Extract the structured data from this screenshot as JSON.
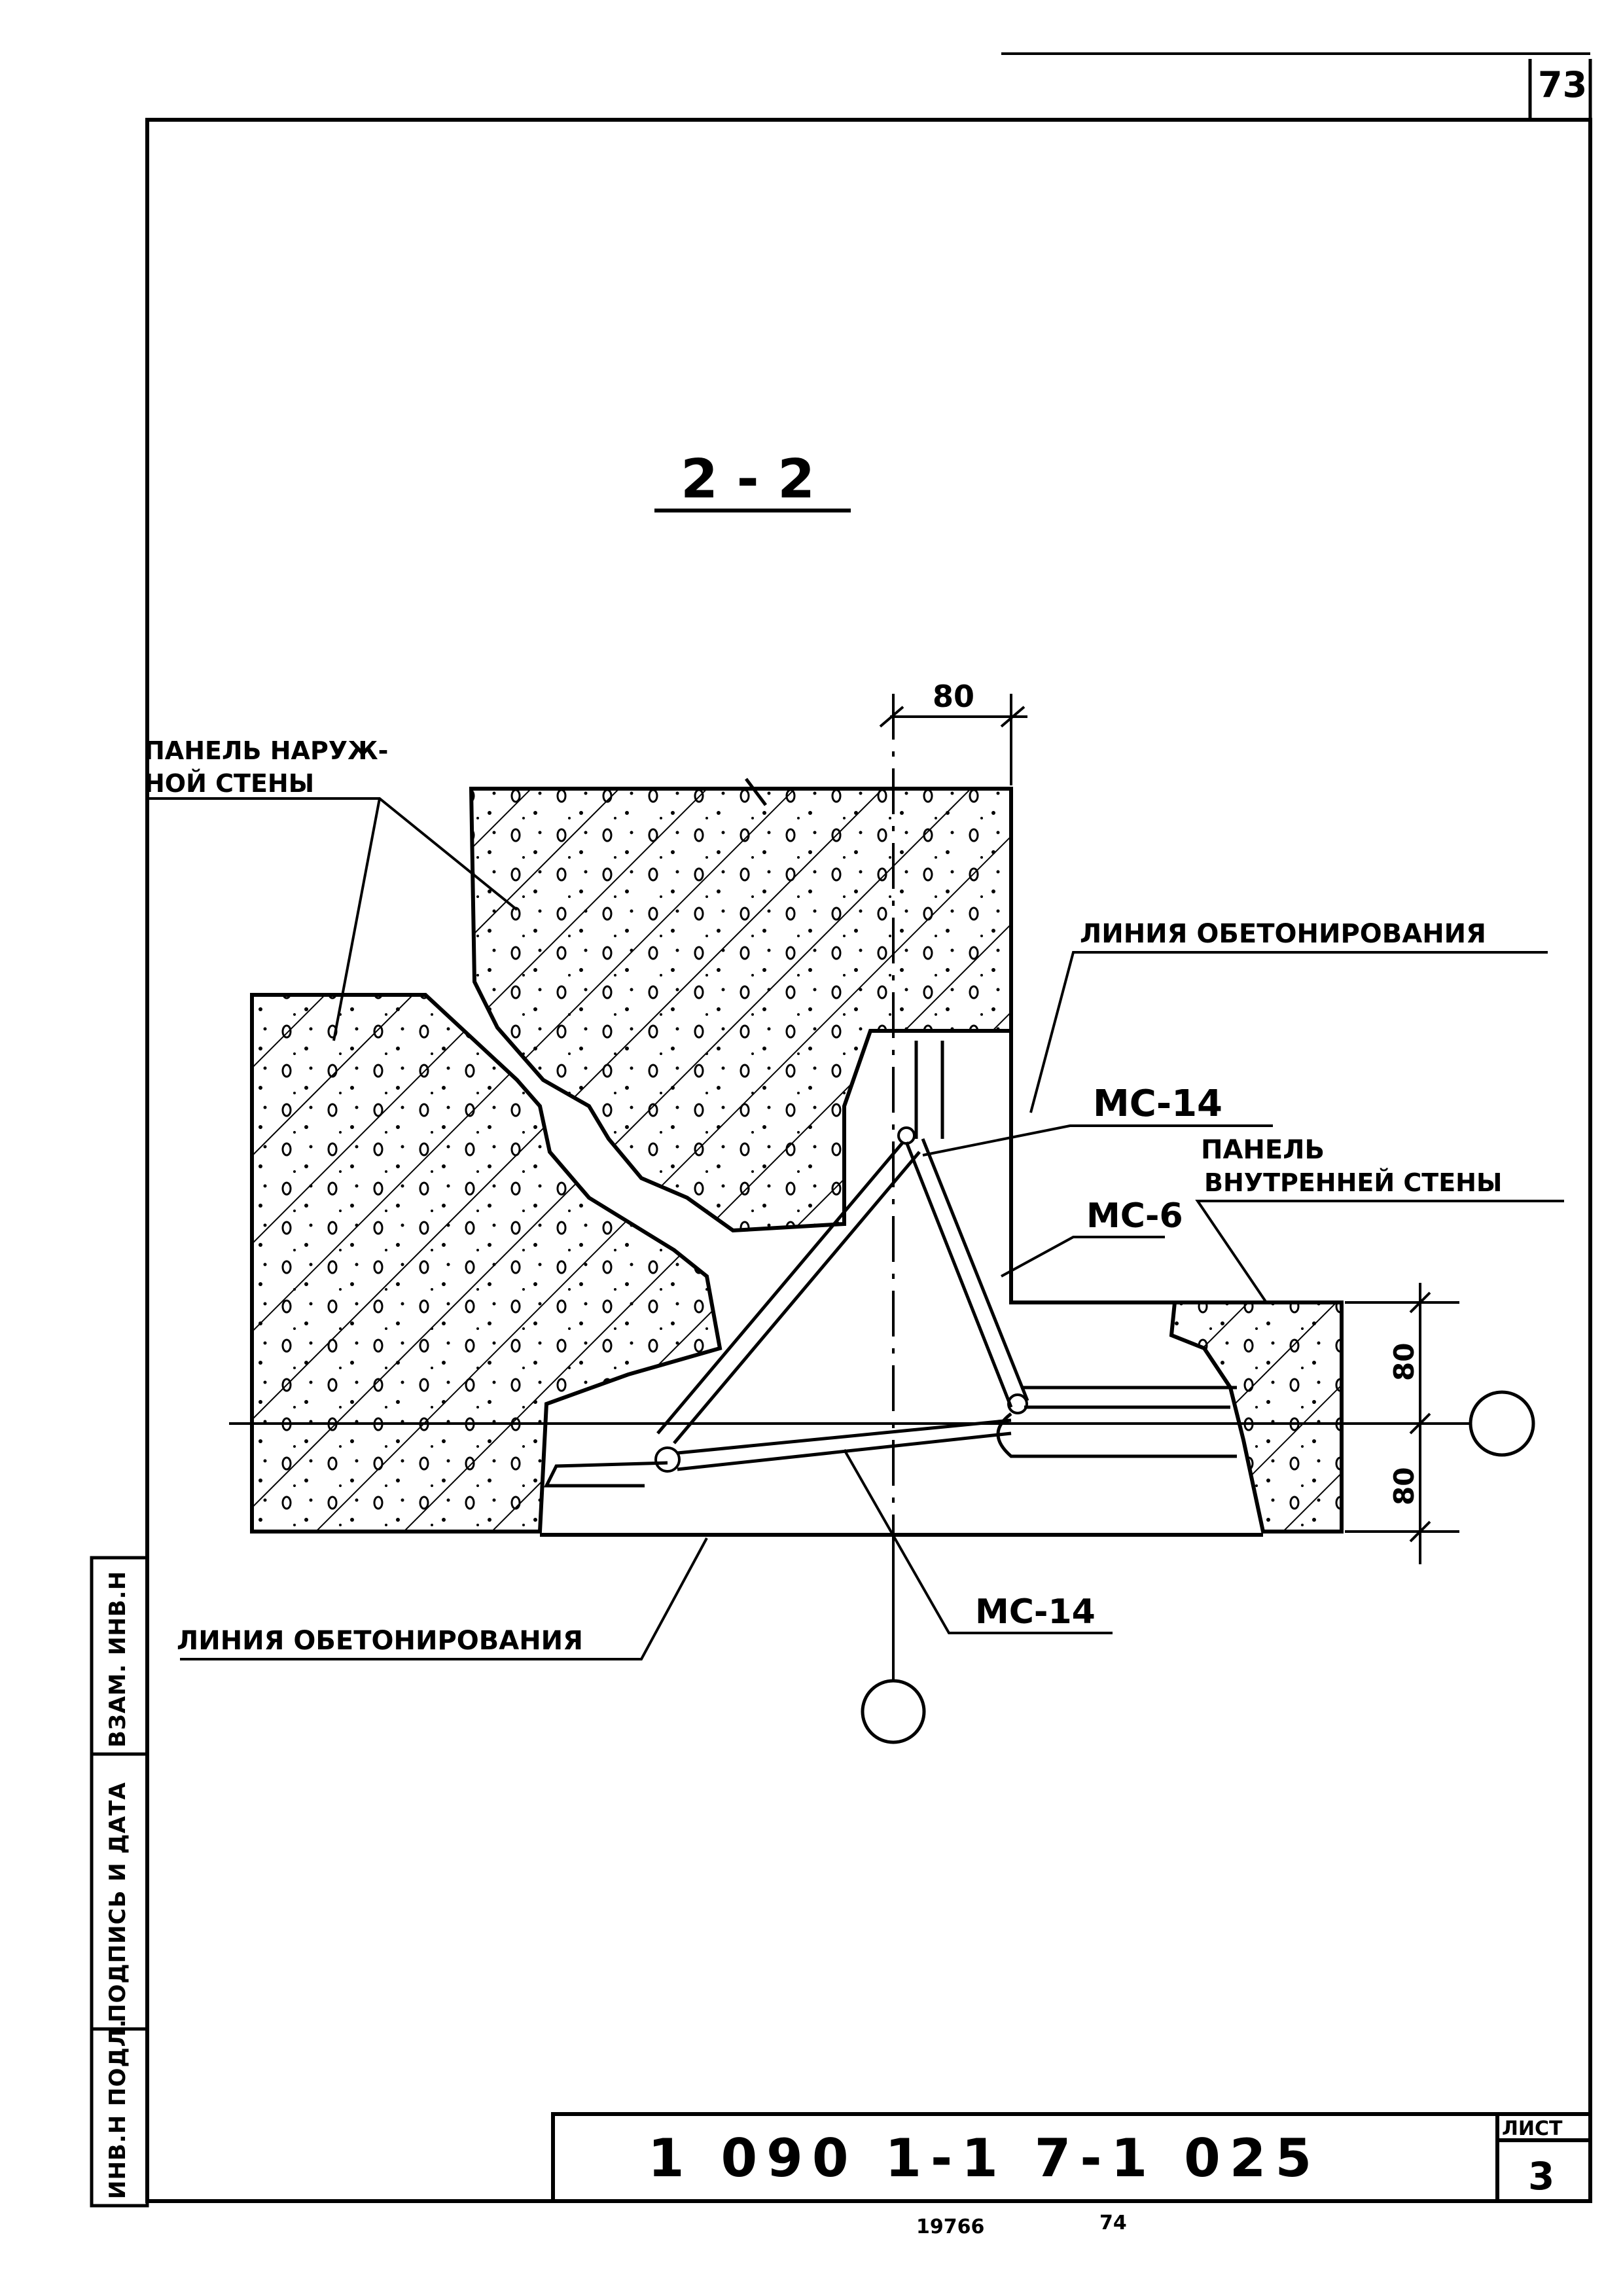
{
  "page_number": "73",
  "section_title": "2 - 2",
  "labels": {
    "outer_wall_panel_line1": "ПАНЕЛЬ НАРУЖ-",
    "outer_wall_panel_line2": "НОЙ СТЕНЫ",
    "concreting_line_top": "ЛИНИЯ ОБЕТОНИРОВАНИЯ",
    "concreting_line_bottom": "ЛИНИЯ ОБЕТОНИРОВАНИЯ",
    "inner_wall_panel_line1": "ПАНЕЛЬ",
    "inner_wall_panel_line2": "ВНУТРЕННЕЙ СТЕНЫ",
    "mc14_upper": "МС-14",
    "mc6": "МС-6",
    "mc14_lower": "МС-14"
  },
  "dimensions": {
    "top_width": "80",
    "right_upper": "80",
    "right_lower": "80"
  },
  "title_block": {
    "document_code": "1 090 1-1 7-1 025",
    "sheet_label": "ЛИСТ",
    "sheet_number": "3"
  },
  "side_stamp": {
    "inv_original": "ИНВ.Н ПОДЛ.",
    "signature_date": "ПОДПИСЬ И ДАТА",
    "replaces_inv": "ВЗАМ. ИНВ.Н"
  },
  "footer": {
    "left": "19766",
    "right": "74"
  }
}
